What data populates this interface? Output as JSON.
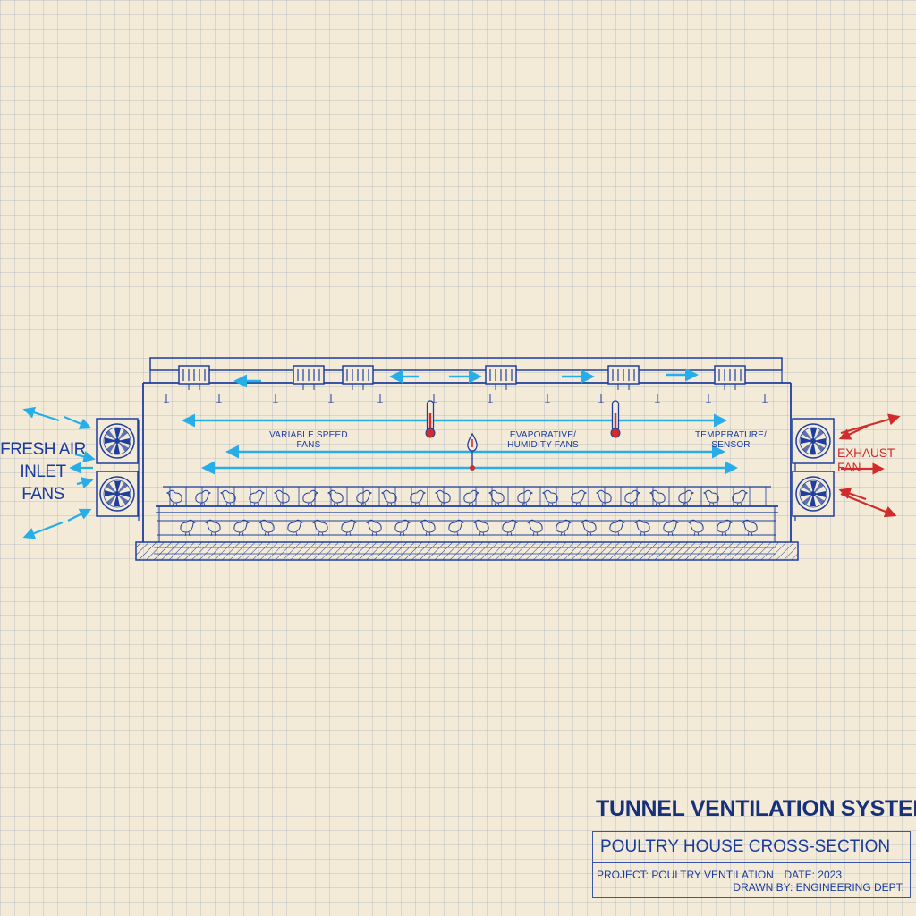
{
  "labels": {
    "inlet": "Fresh air inlet fans",
    "exhaust": "Exhaust fan",
    "variable_speed_fans": "Variable speed fans",
    "humidity": "Evaporative/ humidity fans",
    "temperature_sensor": "Temperature/ sensor"
  },
  "title_block": {
    "title": "Tunnel Ventilation System",
    "subtitle": "Poultry House Cross-Section",
    "project": "PROJECT: POULTRY VENTILATION",
    "date": "DATE: 2023",
    "drawn_by": "DRAWN BY: ENGINEERING DEPT."
  },
  "colors": {
    "line": "#1f3f9e",
    "fresh_air": "#27aee8",
    "exhaust": "#d22b2b",
    "paper": "#f3ebd8"
  },
  "icons": [
    "fan-icon",
    "vent-icon",
    "thermometer-icon",
    "humidity-sensor-icon",
    "chicken-icon",
    "airflow-arrow-icon"
  ]
}
